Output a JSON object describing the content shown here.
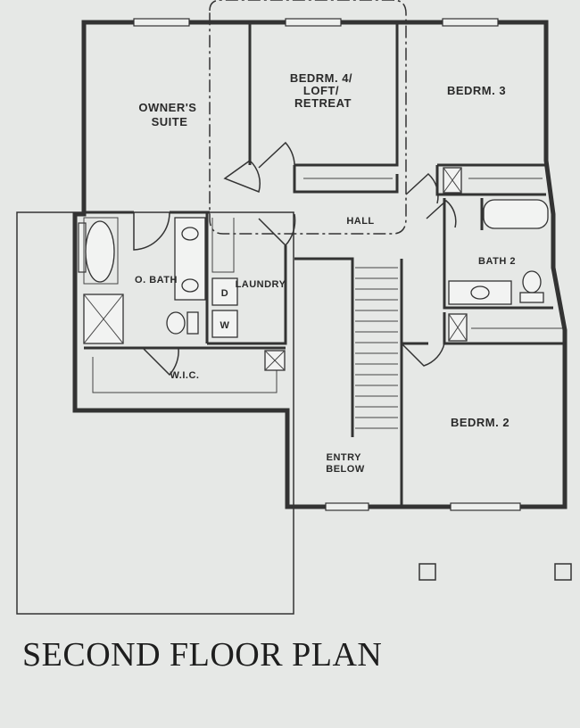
{
  "plan_title": "SECOND FLOOR PLAN",
  "rooms": {
    "owners_suite": [
      "OWNER'S",
      "SUITE"
    ],
    "bedroom_4": [
      "BEDRM. 4/",
      "LOFT/",
      "RETREAT"
    ],
    "bedroom_3": "BEDRM. 3",
    "hall": "HALL",
    "owners_bath": "O. BATH",
    "laundry": "LAUNDRY",
    "bath_2": "BATH 2",
    "walk_in_closet": "W.I.C.",
    "entry_below": [
      "ENTRY",
      "BELOW"
    ],
    "bedroom_2": "BEDRM. 2"
  },
  "appliance_marks": {
    "dryer": "D",
    "washer": "W"
  }
}
